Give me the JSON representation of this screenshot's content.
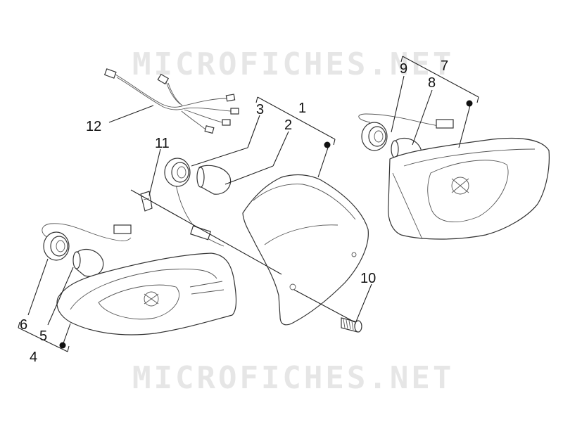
{
  "watermark": {
    "text_top": "MICROFICHES.NET",
    "text_bottom": "MICROFICHES.NET",
    "color": "#e6e6e6"
  },
  "callouts": {
    "c1": "1",
    "c2": "2",
    "c3": "3",
    "c4": "4",
    "c5": "5",
    "c6": "6",
    "c7": "7",
    "c8": "8",
    "c9": "9",
    "c10": "10",
    "c11": "11",
    "c12": "12"
  }
}
